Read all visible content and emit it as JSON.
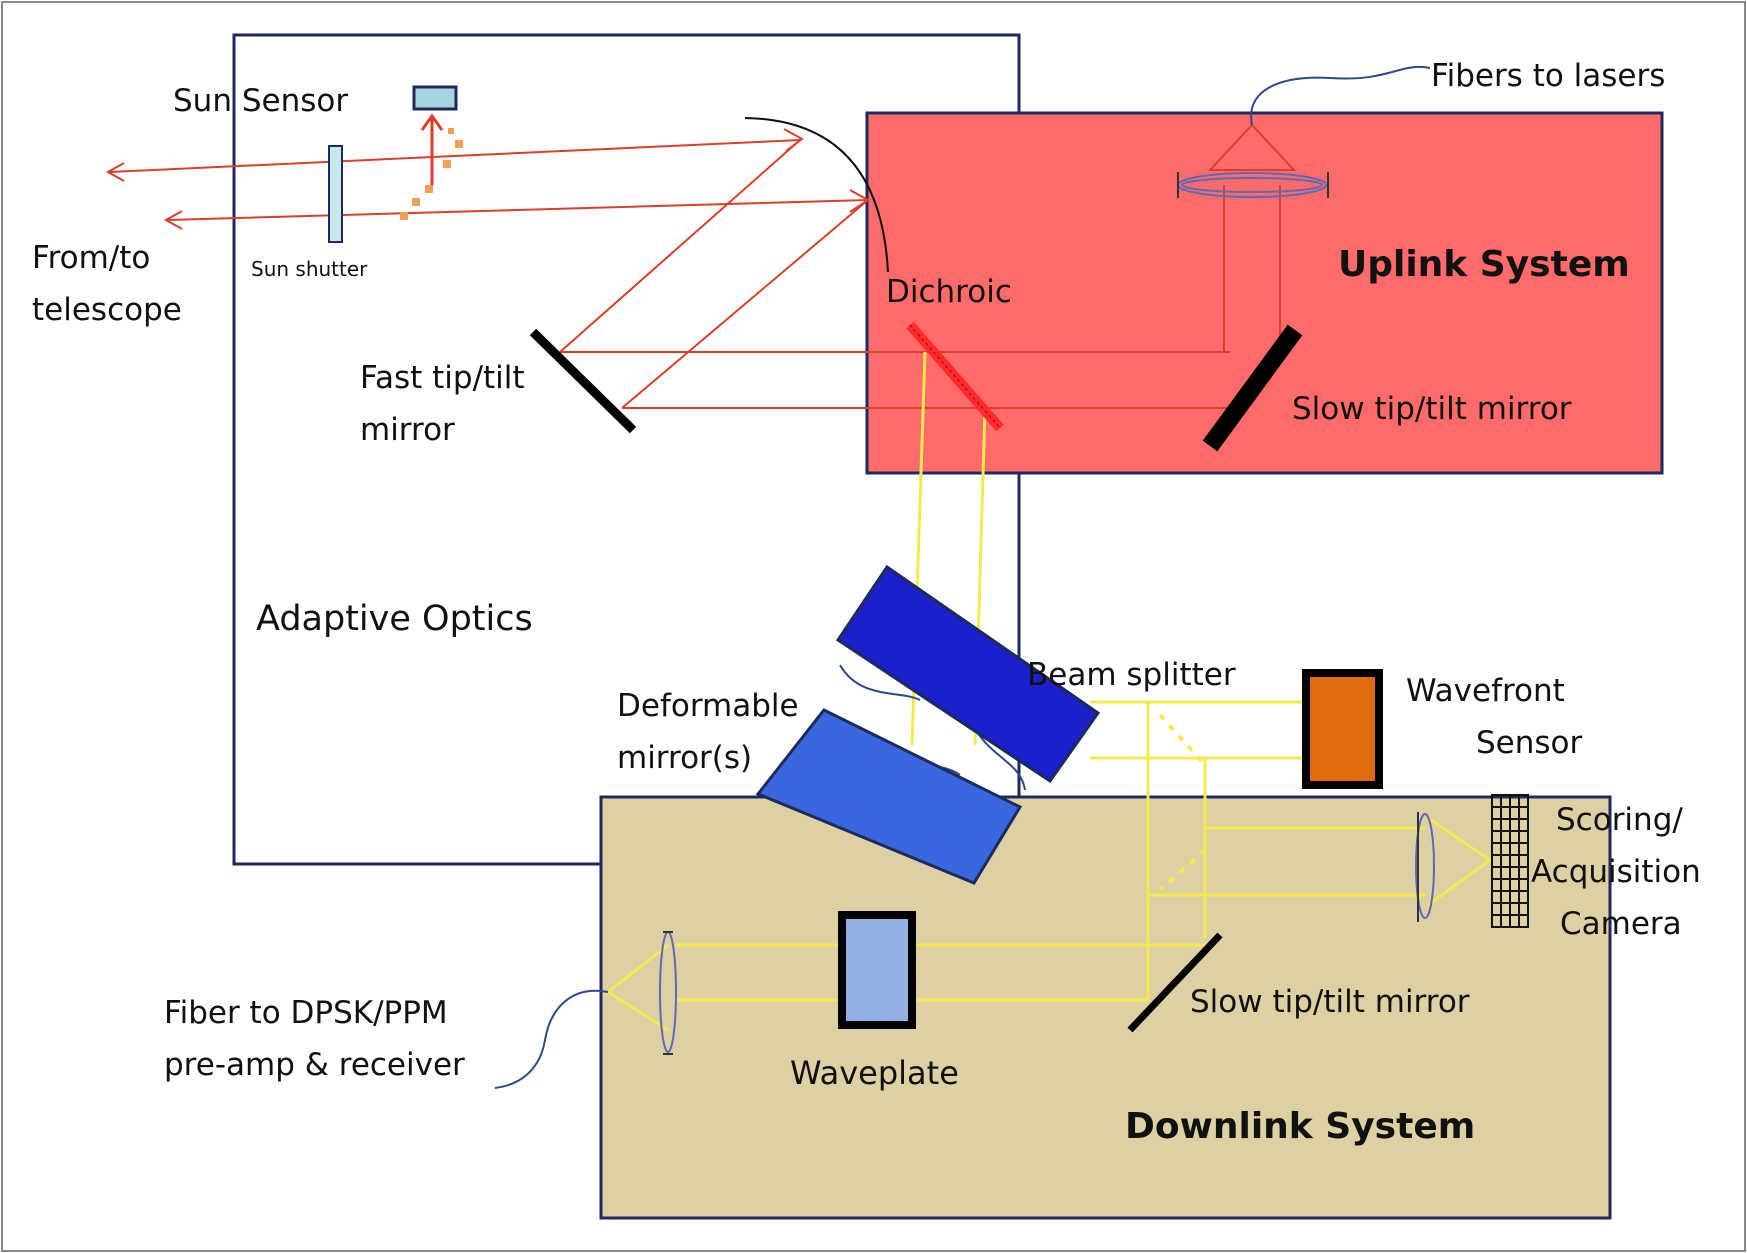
{
  "labels": {
    "sun_sensor": "Sun Sensor",
    "fibers_to_lasers": "Fibers to lasers",
    "from_to_line1": "From/to",
    "from_to_line2": "telescope",
    "sun_shutter": "Sun shutter",
    "dichroic": "Dichroic",
    "uplink_system": "Uplink System",
    "fast_tip_tilt_line1": "Fast tip/tilt",
    "fast_tip_tilt_line2": "mirror",
    "slow_tip_tilt_uplink": "Slow tip/tilt mirror",
    "adaptive_optics": "Adaptive Optics",
    "beam_splitter": "Beam splitter",
    "deformable_line1": "Deformable",
    "deformable_line2": "mirror(s)",
    "wavefront_line1": "Wavefront",
    "wavefront_line2": "Sensor",
    "scoring_line1": "Scoring/",
    "scoring_line2": "Acquisition",
    "scoring_line3": "Camera",
    "fiber_dpsk_line1": "Fiber to DPSK/PPM",
    "fiber_dpsk_line2": "pre-amp & receiver",
    "waveplate": "Waveplate",
    "slow_tip_tilt_downlink": "Slow tip/tilt mirror",
    "downlink_system": "Downlink System"
  },
  "colors": {
    "uplink_fill": "#ff6b6b",
    "downlink_fill": "#ddd0a3",
    "beam_red": "#d9402a",
    "beam_yellow": "#f5e94f",
    "dm_dark": "#1c1fcc",
    "dm_light": "#3a66e0",
    "wavefront_sensor": "#e06a10",
    "waveplate": "#8fb0e0"
  }
}
